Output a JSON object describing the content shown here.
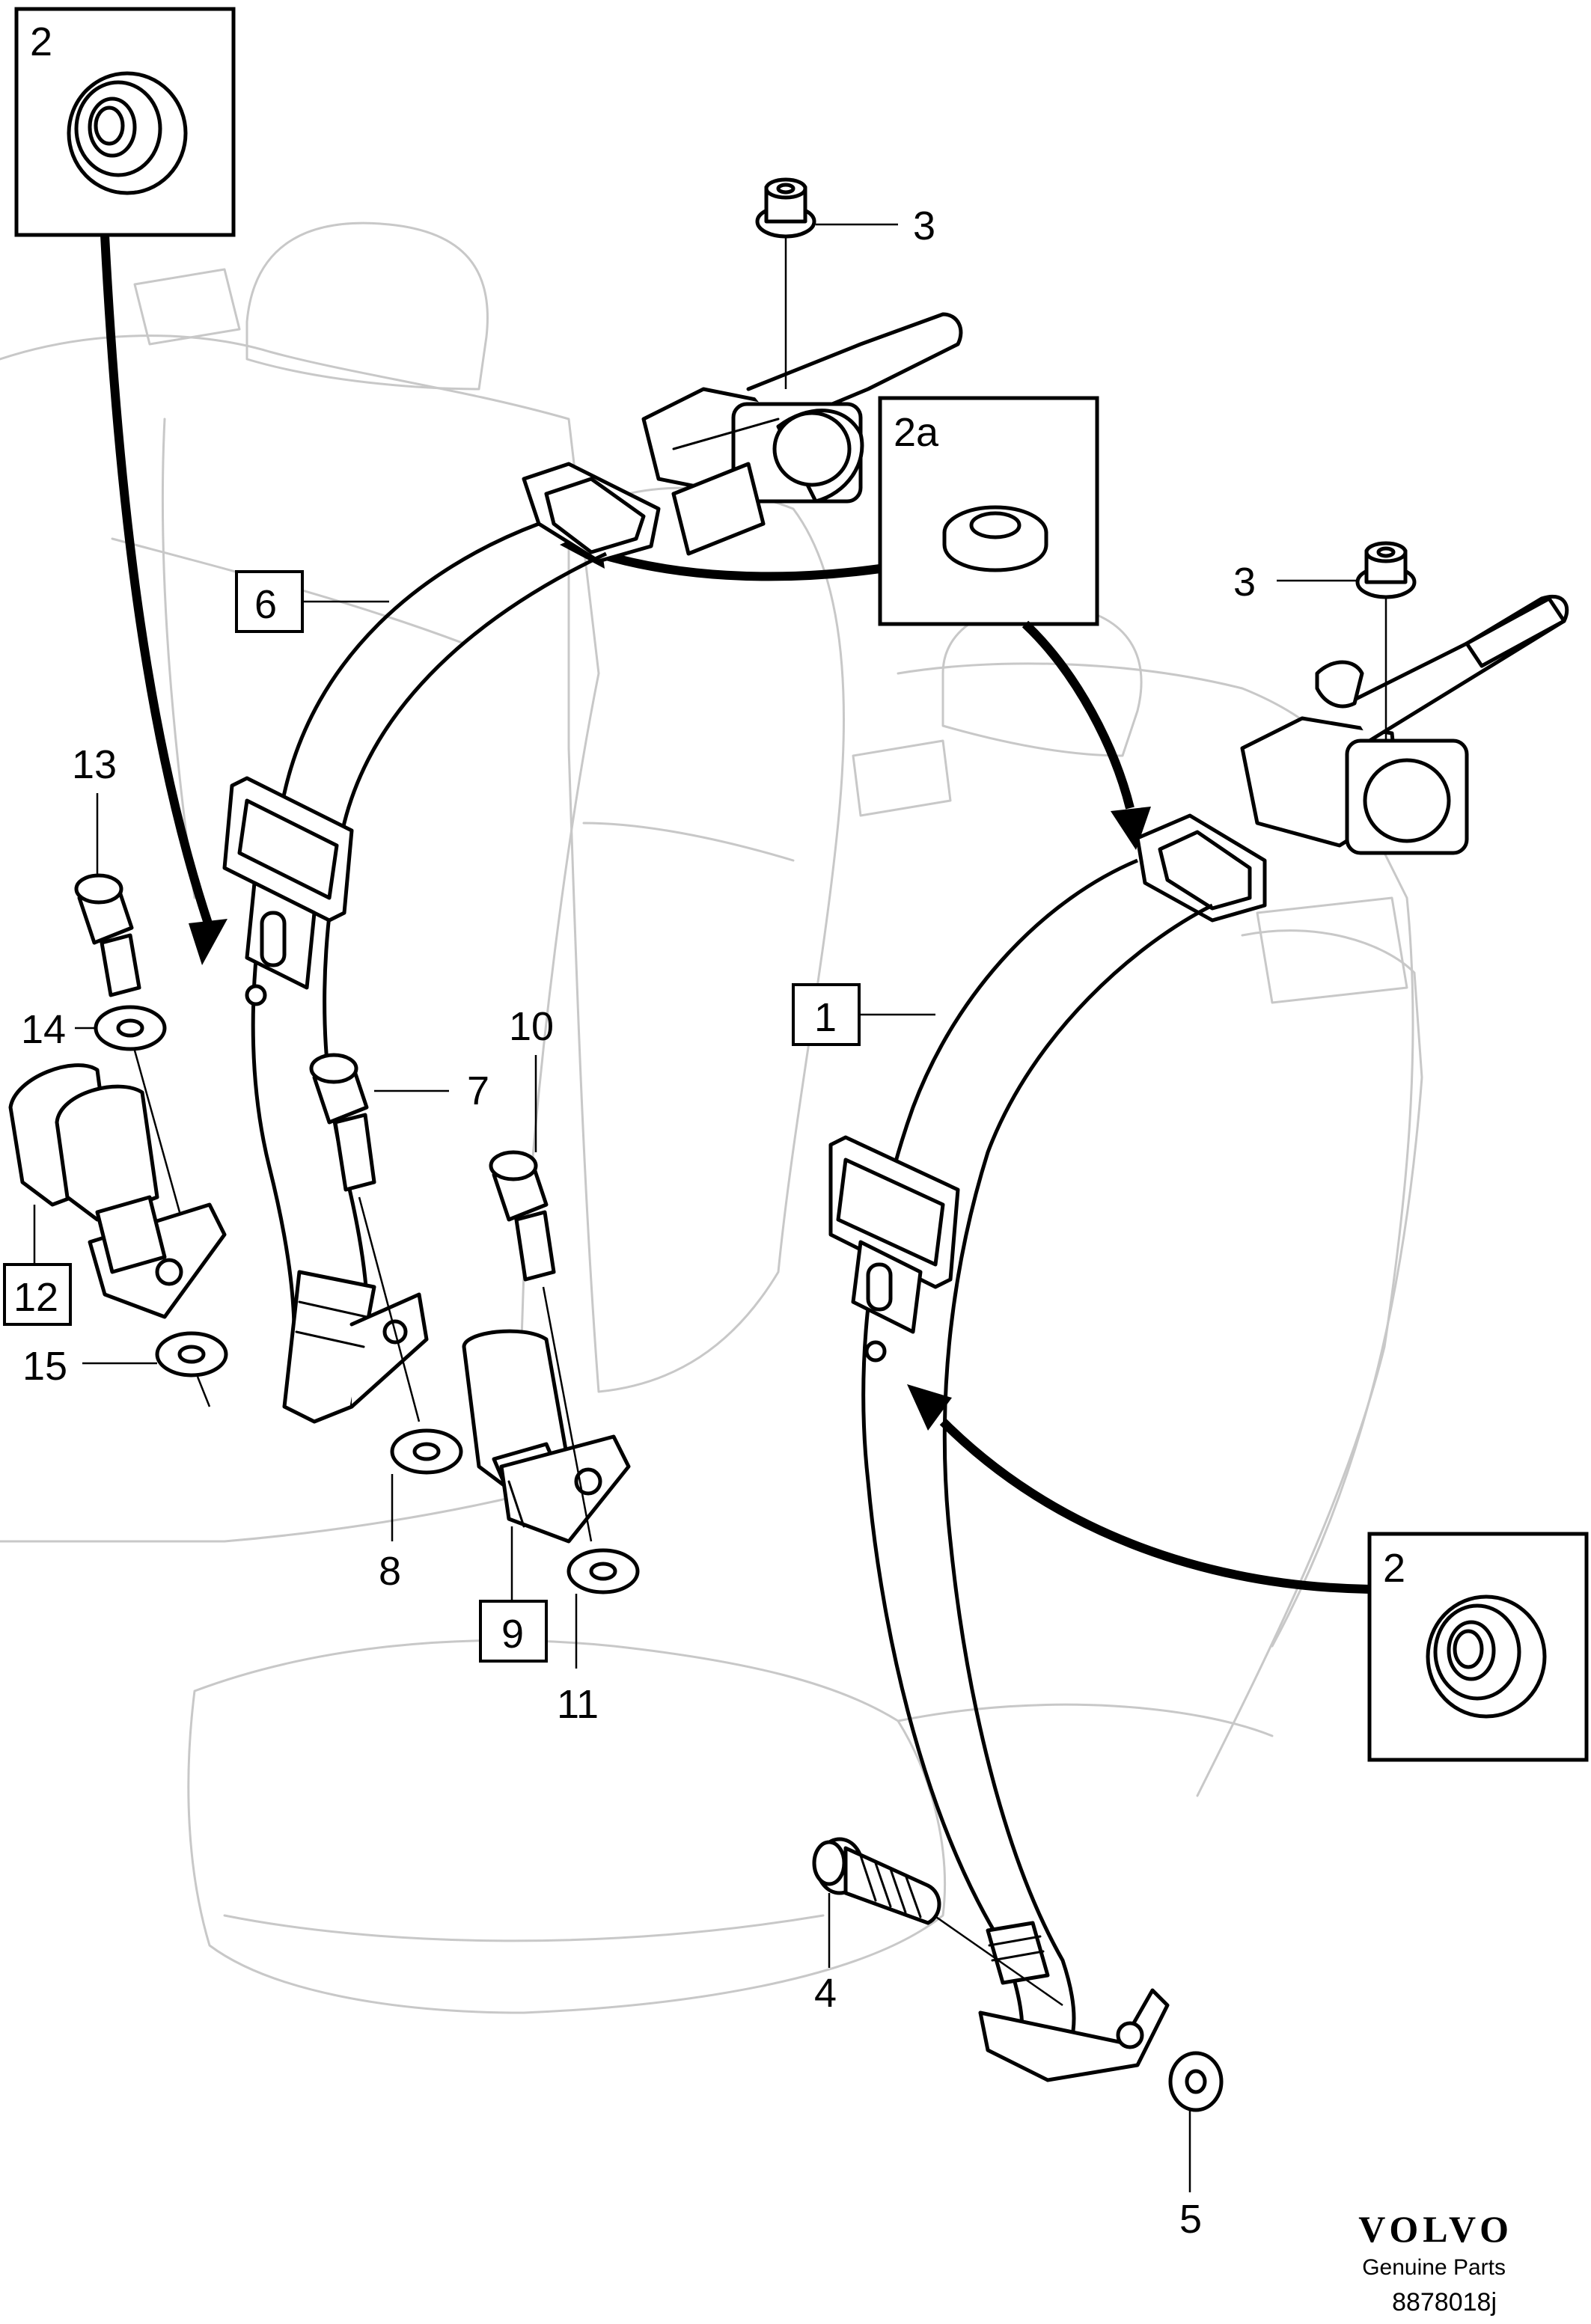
{
  "diagram": {
    "callouts": {
      "c1": "1",
      "c2_top": "2",
      "c2_right": "2",
      "c2a": "2a",
      "c3_top": "3",
      "c3_right": "3",
      "c4": "4",
      "c5": "5",
      "c6": "6",
      "c7": "7",
      "c8": "8",
      "c9": "9",
      "c10": "10",
      "c11": "11",
      "c12": "12",
      "c13": "13",
      "c14": "14",
      "c15": "15"
    },
    "brand": {
      "name": "VOLVO",
      "tagline": "Genuine Parts",
      "figure_number": "8878018j"
    }
  }
}
